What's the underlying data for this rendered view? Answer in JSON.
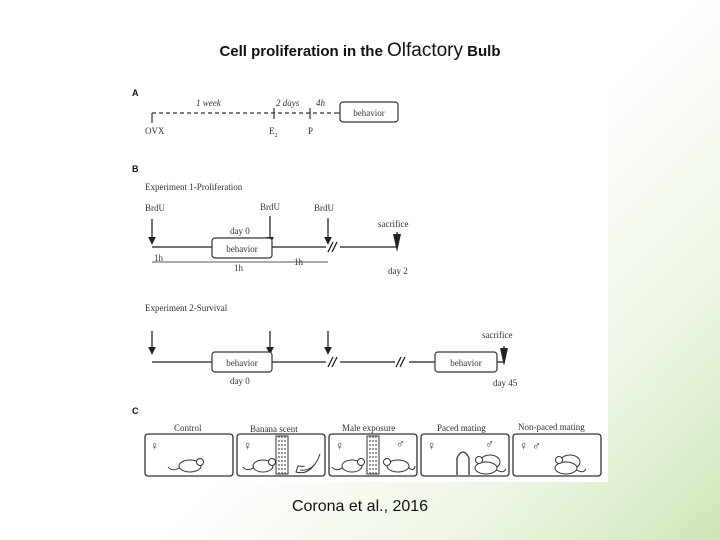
{
  "title": {
    "main": "Cell proliferation in the ",
    "emphasis": "Olfactory",
    "tail": " Bulb"
  },
  "citation": "Corona et al., 2016",
  "panel_a": {
    "label": "A",
    "durations": [
      "1 week",
      "2 days",
      "4h"
    ],
    "events": [
      "OVX",
      "E",
      "2",
      "P"
    ],
    "box": "behavior"
  },
  "panel_b": {
    "label": "B",
    "exp1": {
      "title": "Experiment  1-Proliferation",
      "brdu": [
        "BrdU",
        "BrdU",
        "BrdU"
      ],
      "day0": "day 0",
      "box": "behavior",
      "sacrifice": "sacrifice",
      "intervals": [
        "1h",
        "1h",
        "1h"
      ],
      "day_end": "day 2"
    },
    "exp2": {
      "title": "Experiment  2-Survival",
      "box1": "behavior",
      "box2": "behavior",
      "sacrifice": "sacrifice",
      "day0": "day 0",
      "day_end": "day 45"
    }
  },
  "panel_c": {
    "label": "C",
    "conditions": [
      "Control",
      "Banana  scent",
      "Male exposure",
      "Paced mating",
      "Non-paced mating"
    ],
    "symbols": {
      "female": "♀",
      "male": "♂"
    }
  }
}
